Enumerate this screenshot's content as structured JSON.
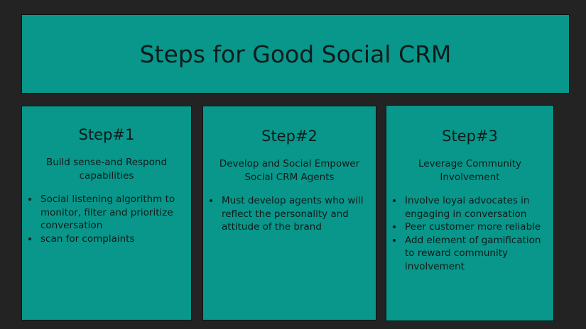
{
  "title": "Steps for Good Social CRM",
  "steps": [
    {
      "heading": "Step#1",
      "subtitle": "Build sense-and Respond capabilities",
      "bullets": [
        "Social  listening algorithm to monitor, filter and prioritize conversation",
        "scan  for complaints"
      ]
    },
    {
      "heading": "Step#2",
      "subtitle": "Develop and Social Empower Social CRM Agents",
      "bullets": [
        "Must develop agents who will reflect the personality and attitude of the brand"
      ]
    },
    {
      "heading": "Step#3",
      "subtitle": "Leverage Community Involvement",
      "bullets": [
        "Involve loyal advocates in engaging in conversation",
        "Peer customer more reliable",
        "Add element of  gamification to reward community involvement"
      ]
    }
  ]
}
